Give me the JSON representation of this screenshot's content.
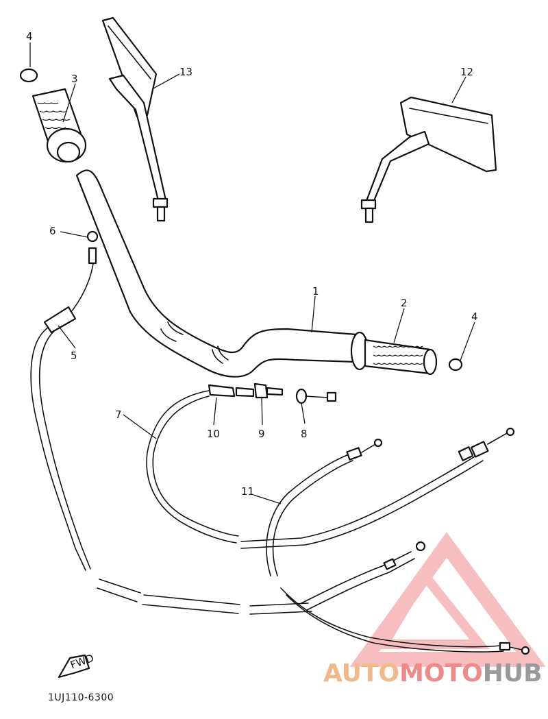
{
  "diagram": {
    "part_numbers": {
      "handlebar": "1",
      "right_grip": "2",
      "left_grip": "3",
      "grip_end_left": "4",
      "grip_end_right": "4",
      "clutch_cable_adjuster": "5",
      "clutch_cable_end": "6",
      "throttle_cable_top": "7",
      "cable_washer": "8",
      "cable_adjuster": "9",
      "cable_joint": "10",
      "throttle_cable_bottom": "11",
      "mirror_right": "12",
      "mirror_left": "13"
    },
    "fwd_label": "FWD",
    "drawing_code": "1UJ110-6300"
  },
  "watermark": {
    "part1": "AUTO",
    "part2": "MOTO",
    "part3": "HUB",
    "colors": {
      "orange": "#f0b98a",
      "red": "#ef8a8a",
      "gray": "#9a9a9a"
    }
  }
}
